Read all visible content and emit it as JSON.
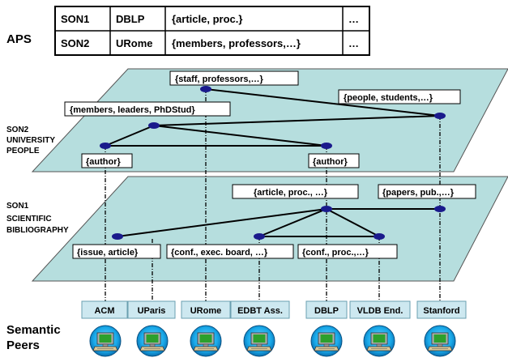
{
  "aps": {
    "label": "APS",
    "rows": [
      {
        "son": "SON1",
        "peer": "DBLP",
        "concepts": "{article, proc.}",
        "more": "…"
      },
      {
        "son": "SON2",
        "peer": "URome",
        "concepts": "{members, professors,…}",
        "more": "…"
      }
    ]
  },
  "son2": {
    "label_lines": [
      "SON2",
      "UNIVERSITY",
      "PEOPLE"
    ],
    "nodes": {
      "staff": "{staff, professors,…}",
      "people": "{people, students,…}",
      "members": "{members, leaders, PhDStud}",
      "author_left": "{author}",
      "author_right": "{author}"
    }
  },
  "son1": {
    "label_lines": [
      "SON1",
      "SCIENTIFIC",
      "BIBLIOGRAPHY"
    ],
    "nodes": {
      "article": "{article, proc., …}",
      "papers": "{papers, pub.,…}",
      "issue": "{issue,  article}",
      "conf_exec": "{conf., exec. board, …}",
      "conf_proc": "{conf.,  proc.,…}"
    }
  },
  "peers": {
    "label_lines": [
      "Semantic",
      "Peers"
    ],
    "items": [
      "ACM",
      "UParis",
      "URome",
      "EDBT Ass.",
      "DBLP",
      "VLDB End.",
      "Stanford"
    ]
  },
  "colors": {
    "plane_fill": "#b6dede",
    "node_fill": "#1a1a8c",
    "peer_label_fill": "#cde8f0",
    "computer_ring": "#00a0e0"
  }
}
